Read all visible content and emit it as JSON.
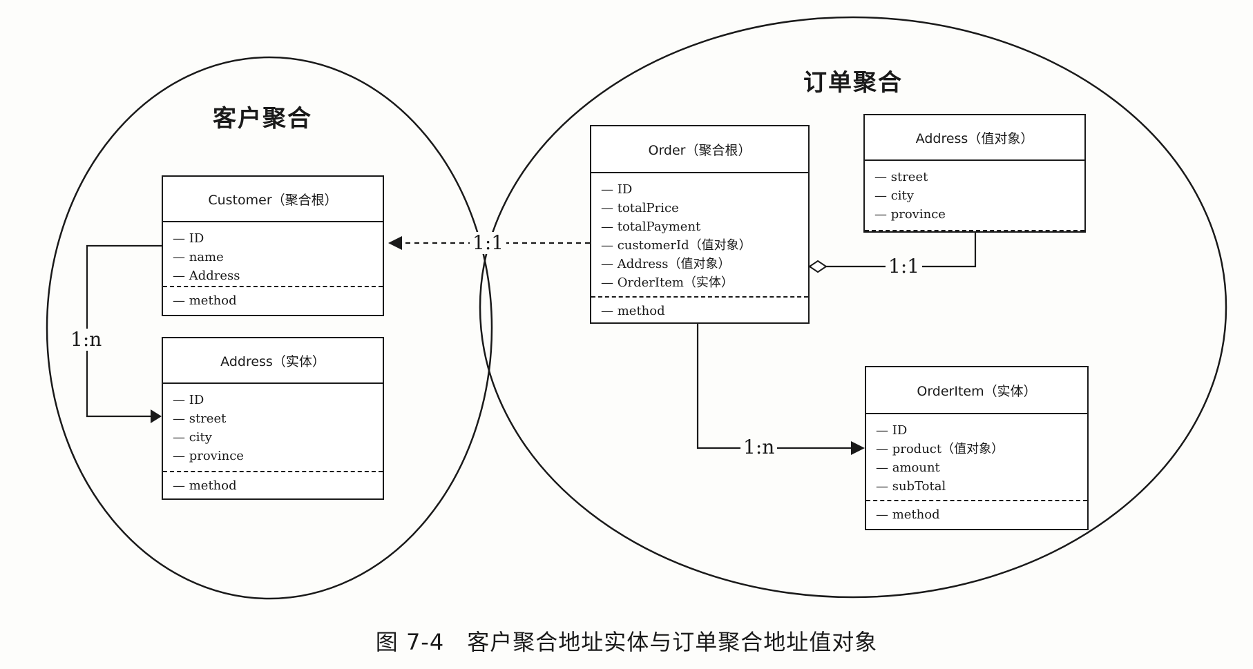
{
  "aggregates": {
    "customer": {
      "title": "客户聚合",
      "root": {
        "header": "Customer（聚合根）",
        "attributes": [
          "— ID",
          "— name",
          "— Address"
        ],
        "methods": [
          "— method"
        ]
      },
      "address": {
        "header": "Address（实体）",
        "attributes": [
          "— ID",
          "— street",
          "— city",
          "— province"
        ],
        "methods": [
          "— method"
        ]
      }
    },
    "order": {
      "title": "订单聚合",
      "root": {
        "header": "Order（聚合根）",
        "attributes": [
          "— ID",
          "— totalPrice",
          "— totalPayment",
          "— customerId（值对象）",
          "— Address（值对象）",
          "— OrderItem（实体）"
        ],
        "methods": [
          "— method"
        ]
      },
      "address": {
        "header": "Address（值对象）",
        "attributes": [
          "— street",
          "— city",
          "— province"
        ]
      },
      "orderitem": {
        "header": "OrderItem（实体）",
        "attributes": [
          "— ID",
          "— product（值对象）",
          "— amount",
          "— subTotal"
        ],
        "methods": [
          "— method"
        ]
      }
    }
  },
  "relations": {
    "customer_address": "1:n",
    "order_customer": "1:1",
    "order_address": "1:1",
    "order_orderitem": "1:n"
  },
  "caption": "图 7-4　客户聚合地址实体与订单聚合地址值对象"
}
